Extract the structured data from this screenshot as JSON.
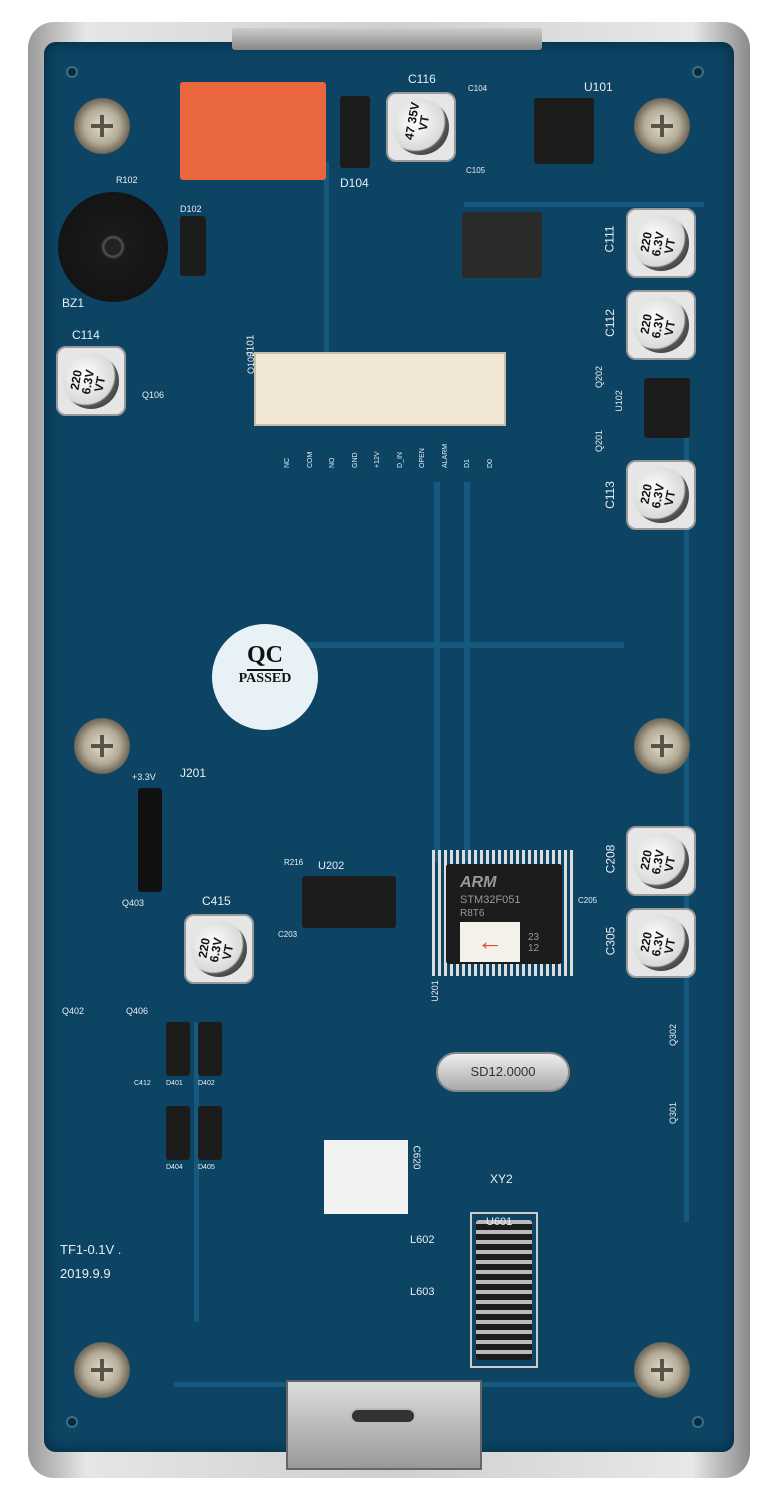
{
  "board": {
    "revision": "TF1-0.1V .",
    "date": "2019.9.9",
    "qc_sticker": {
      "line1": "QC",
      "line2": "PASSED"
    },
    "connector": {
      "ref": "J101",
      "pins": [
        "NC",
        "COM",
        "NO",
        "GND",
        "+12V",
        "D_IN",
        "OPEN",
        "ALARM",
        "D1",
        "D0"
      ]
    },
    "header": {
      "ref": "J201",
      "voltage": "+3.3V"
    },
    "mcu": {
      "ref": "U201",
      "brand": "ARM",
      "model": "STM32F051",
      "suffix": "R8T6",
      "code": "23 12"
    },
    "crystal": {
      "ref": "XY2",
      "marking": "SD12.0000"
    },
    "caps": [
      {
        "ref": "C116",
        "value": "47 35V VT"
      },
      {
        "ref": "C114",
        "value": "220 6.3V VT"
      },
      {
        "ref": "C111",
        "value": "220 6.3V VT"
      },
      {
        "ref": "C112",
        "value": "220 6.3V VT"
      },
      {
        "ref": "C113",
        "value": "220 6.3V VT"
      },
      {
        "ref": "C208",
        "value": "220 6.3V VT"
      },
      {
        "ref": "C305",
        "value": "220 6.3V VT"
      },
      {
        "ref": "C415",
        "value": "220 6.3V VT"
      }
    ],
    "refs": {
      "u101": "U101",
      "u102": "U102",
      "u202": "U202",
      "u601": "U601",
      "d104": "D104",
      "d102": "D102",
      "bz1": "BZ1",
      "q106": "Q106",
      "q105": "Q105",
      "q202": "Q202",
      "q201": "Q201",
      "q403": "Q403",
      "q402": "Q402",
      "q406": "Q406",
      "q302": "Q302",
      "q301": "Q301",
      "l602": "L602",
      "l603": "L603",
      "c620": "C620",
      "r102": "R102",
      "c104": "C104",
      "c105": "C105",
      "c205": "C205",
      "r216": "R216",
      "c203": "C203",
      "d401": "D401",
      "d402": "D402",
      "d404": "D404",
      "d405": "D405",
      "c412": "C412"
    }
  }
}
